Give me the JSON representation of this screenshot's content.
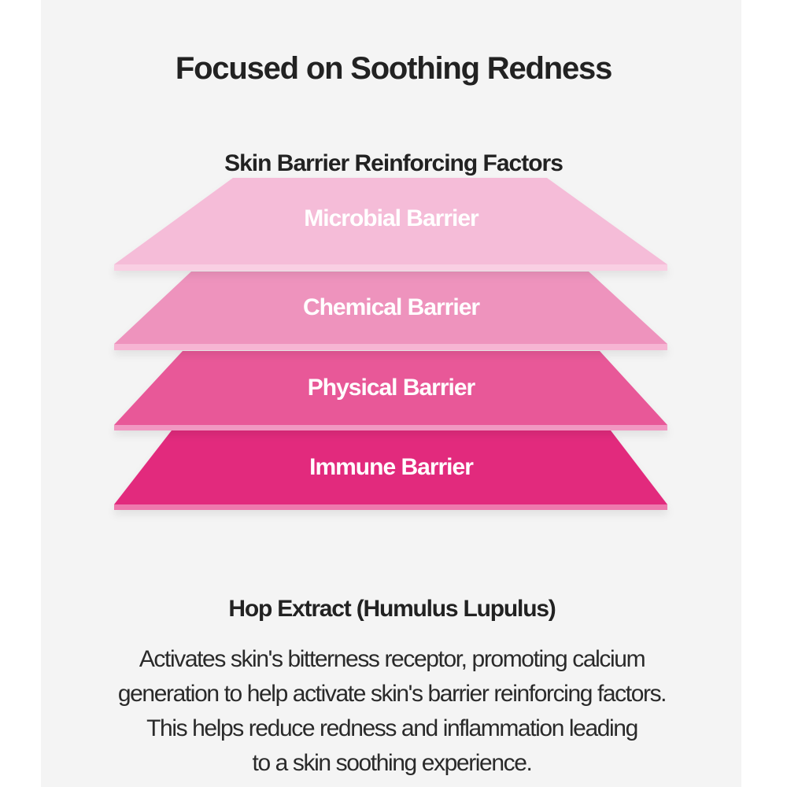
{
  "header": {
    "title": "Focused on Soothing Redness",
    "subtitle": "Skin Barrier Reinforcing Factors"
  },
  "barrier_stack": {
    "layers": [
      {
        "label": "Microbial Barrier",
        "color": "#f5bcd8",
        "edge_color": "#f9cfe3"
      },
      {
        "label": "Chemical Barrier",
        "color": "#ee93bd",
        "edge_color": "#f6b5d3"
      },
      {
        "label": "Physical Barrier",
        "color": "#e85898",
        "edge_color": "#f198c2"
      },
      {
        "label": "Immune Barrier",
        "color": "#e22c7d",
        "edge_color": "#ee79ad"
      }
    ]
  },
  "ingredient": {
    "name": "Hop Extract (Humulus Lupulus)",
    "description_lines": [
      "Activates skin's bitterness receptor, promoting calcium",
      "generation to help activate skin's barrier reinforcing factors.",
      "This helps reduce redness and inflammation leading",
      "to a skin soothing experience."
    ]
  },
  "colors": {
    "background": "#f4f4f4",
    "outer_background": "#ffffff",
    "text_primary": "#222222"
  }
}
